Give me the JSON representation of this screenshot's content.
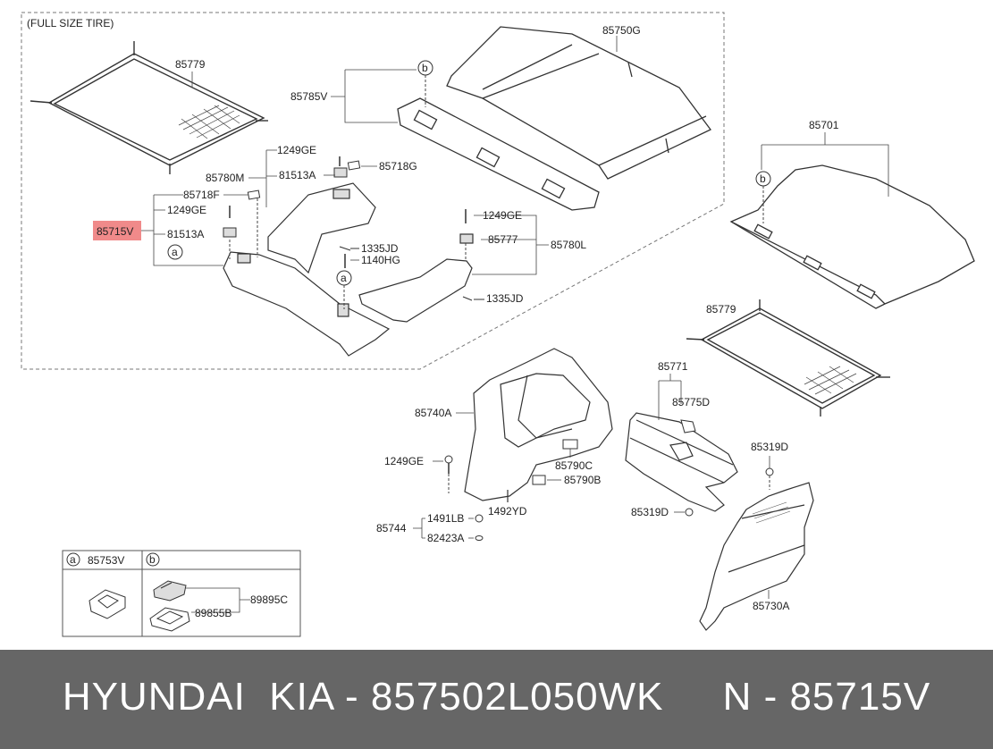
{
  "diagram": {
    "header_label": "(FULL SIZE TIRE)",
    "highlight_color": "#f08a8a",
    "parts": {
      "p85779_top": "85779",
      "p85750G": "85750G",
      "b_ref_1": "b",
      "p85785V": "85785V",
      "p1249GE_1": "1249GE",
      "p85780M": "85780M",
      "p81513A_1": "81513A",
      "p85718G": "85718G",
      "p85718F": "85718F",
      "p1249GE_2": "1249GE",
      "p85715V": "85715V",
      "p81513A_2": "81513A",
      "a_ref_1": "a",
      "p1335JD_1": "1335JD",
      "p1140HG": "1140HG",
      "a_ref_2": "a",
      "p1249GE_3": "1249GE",
      "p85777": "85777",
      "p85780L": "85780L",
      "p1335JD_2": "1335JD",
      "p85701": "85701",
      "b_ref_2": "b",
      "p85779_right": "85779",
      "p85740A": "85740A",
      "p85771": "85771",
      "p85775D": "85775D",
      "p1249GE_4": "1249GE",
      "p85790C": "85790C",
      "p85790B": "85790B",
      "p1492YD": "1492YD",
      "p85744": "85744",
      "p1491LB": "1491LB",
      "p82423A": "82423A",
      "p85319D_1": "85319D",
      "p85319D_2": "85319D",
      "p85730A": "85730A"
    },
    "legend": {
      "a_letter": "a",
      "a_part": "85753V",
      "b_letter": "b",
      "b_part1": "89895C",
      "b_part2": "89855B"
    }
  },
  "footer": {
    "text": "HYUNDAI  KIA - 857502L050WK     N - 85715V",
    "background": "#666666"
  }
}
